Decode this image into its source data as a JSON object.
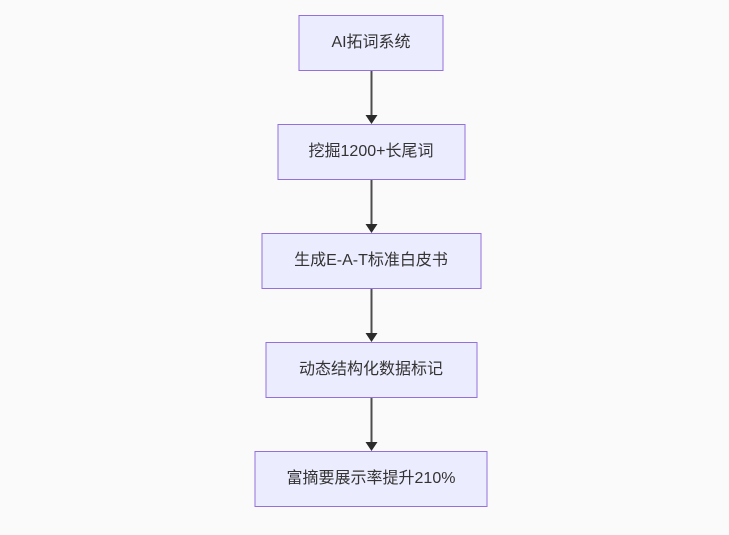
{
  "page": {
    "background_color": "#fafafa"
  },
  "diagram": {
    "type": "flowchart",
    "direction": "top-down",
    "node_fill_color": "#ECECFF",
    "node_border_color": "#9370DB",
    "node_text_color": "#333333",
    "arrow_color": "#333333",
    "nodes": [
      {
        "id": "n1",
        "label": "AI拓词系统"
      },
      {
        "id": "n2",
        "label": "挖掘1200+长尾词"
      },
      {
        "id": "n3",
        "label": "生成E-A-T标准白皮书"
      },
      {
        "id": "n4",
        "label": "动态结构化数据标记"
      },
      {
        "id": "n5",
        "label": "富摘要展示率提升210%"
      }
    ],
    "edges": [
      {
        "from": "AI拓词系统",
        "to": "挖掘1200+长尾词"
      },
      {
        "from": "挖掘1200+长尾词",
        "to": "生成E-A-T标准白皮书"
      },
      {
        "from": "生成E-A-T标准白皮书",
        "to": "动态结构化数据标记"
      },
      {
        "from": "动态结构化数据标记",
        "to": "富摘要展示率提升210%"
      }
    ]
  }
}
